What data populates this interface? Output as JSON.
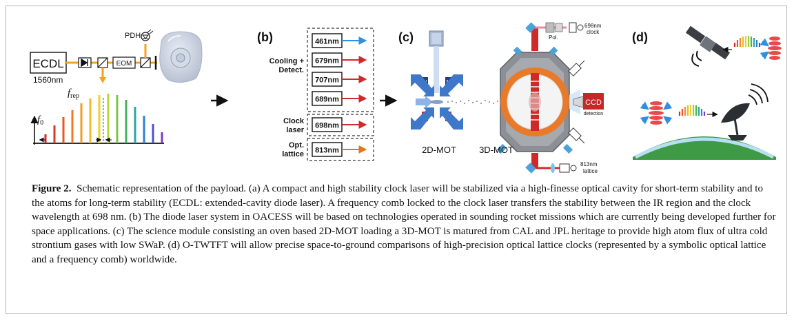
{
  "panels": {
    "a": {
      "ecdl": "ECDL",
      "wavelength": "1560nm",
      "eom": "EOM",
      "pdh": "PDH",
      "f0": "f",
      "f0_sub": "0",
      "frep": "f",
      "frep_sub": "rep"
    },
    "b": {
      "label": "(b)",
      "groups": [
        {
          "name_lines": [
            "Cooling +",
            "Detect."
          ],
          "lines": [
            "461nm",
            "679nm",
            "707nm",
            "689nm"
          ]
        },
        {
          "name_lines": [
            "Clock",
            "laser"
          ],
          "lines": [
            "698nm"
          ]
        },
        {
          "name_lines": [
            "Opt.",
            "lattice"
          ],
          "lines": [
            "813nm"
          ]
        }
      ]
    },
    "c": {
      "label": "(c)",
      "mot2d": "2D-MOT",
      "mot3d": "3D-MOT",
      "pol": "Pol.",
      "clock_698": "698nm",
      "clock_word": "clock",
      "ccd": "CCD",
      "detection": "detection",
      "lattice_813": "813nm",
      "lattice_word": "lattice",
      "coil_letters": [
        "N",
        "N",
        "S",
        "S"
      ]
    },
    "d": {
      "label": "(d)"
    }
  },
  "caption": {
    "label": "Figure 2.",
    "text": "Schematic representation of the payload. (a) A compact and high stability clock laser will be stabilized via a high-finesse optical cavity for short-term stability and to the atoms for long-term stability (ECDL: extended-cavity diode laser). A frequency comb locked to the clock laser transfers the stability between the IR region and the clock wavelength at 698 nm. (b) The diode laser system in OACESS will be based on technologies operated in sounding rocket missions which are currently being developed further for space applications. (c) The science module consisting an oven based 2D-MOT loading a 3D-MOT is matured from CAL and JPL heritage to provide high atom flux of ultra cold strontium gases with low SWaP. (d) O-TWTFT will allow precise space-to-ground comparisons of high-precision optical lattice clocks (represented by a symbolic optical lattice and a frequency comb) worldwide."
  },
  "colors": {
    "beam_orange": "#f3a21d",
    "laser_461": "#2f8fe0",
    "laser_red": "#cf2a2a",
    "laser_813": "#e8741a",
    "mot_blue": "#3f78c8",
    "chamber_gray": "#8c8f95",
    "ring_orange": "#e87a2a",
    "earth_green": "#3e9a45",
    "sky_blue": "#b8dff1"
  }
}
